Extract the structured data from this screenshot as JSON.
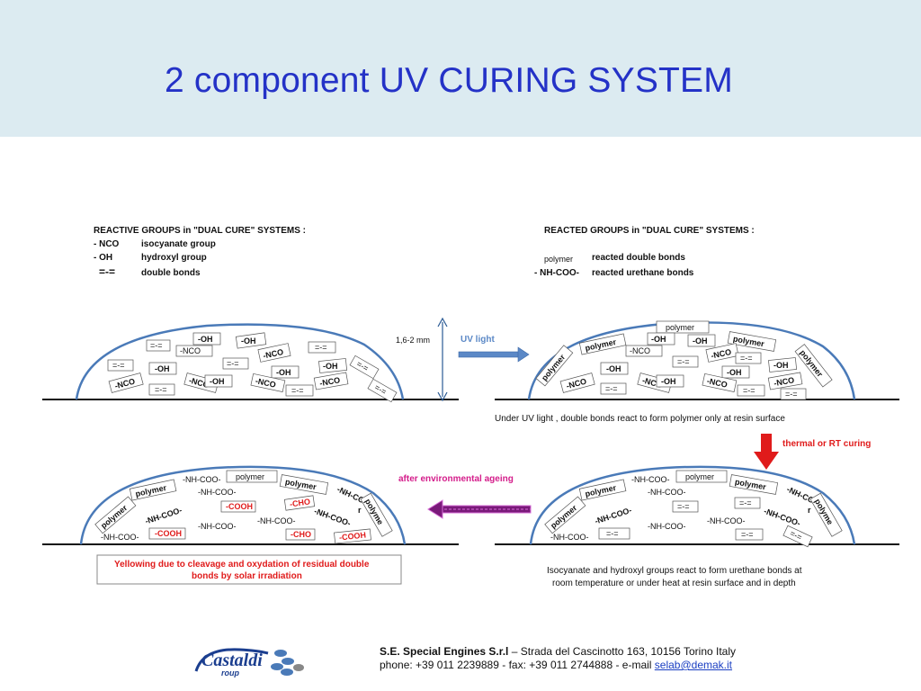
{
  "slide": {
    "title": "2 component UV CURING SYSTEM"
  },
  "left_top": {
    "heading": "REACTIVE GROUPS in \"DUAL CURE\" SYSTEMS :",
    "legend": [
      {
        "symbol": "- NCO",
        "text": "isocyanate group"
      },
      {
        "symbol": "- OH",
        "text": "hydroxyl group"
      },
      {
        "symbol": "=-=",
        "text": "double bonds"
      }
    ]
  },
  "right_top": {
    "heading": "REACTED GROUPS in \"DUAL CURE\" SYSTEMS :",
    "legend": [
      {
        "symbol": "polymer",
        "text": "reacted double bonds"
      },
      {
        "symbol": "- NH-COO-",
        "text": "reacted urethane bonds"
      }
    ]
  },
  "labels": {
    "thickness": "1,6-2 mm",
    "uv_light": "UV light",
    "uv_caption": "Under UV light , double bonds react to form polymer only at  resin surface",
    "thermal": "thermal or RT curing",
    "ageing": "after environmental ageing",
    "yellowing_line1": "Yellowing due to cleavage and oxydation of residual double",
    "yellowing_line2": "bonds by solar irradiation",
    "iso_caption_line1": "Isocyanate and hydroxyl groups react to form urethane bonds at",
    "iso_caption_line2": "room temperature or under heat at resin surface and in depth"
  },
  "footer": {
    "company": "S.E. Special Engines S.r.l",
    "dash": " –  ",
    "address": "Strada del Cascinotto 163, 10156  Torino Italy",
    "contact": "phone: +39 011  2239889 - fax: +39 011 2744888 - e-mail ",
    "email": "selab@demak.it",
    "logo_text": "Castaldi Group"
  },
  "colors": {
    "title": "#2432c7",
    "dome": "#4a7ab8",
    "uv_arrow": "#5b88c6",
    "red": "#e01b1b",
    "purple": "#7a1a7a",
    "header_bg": "#dcebf1"
  }
}
